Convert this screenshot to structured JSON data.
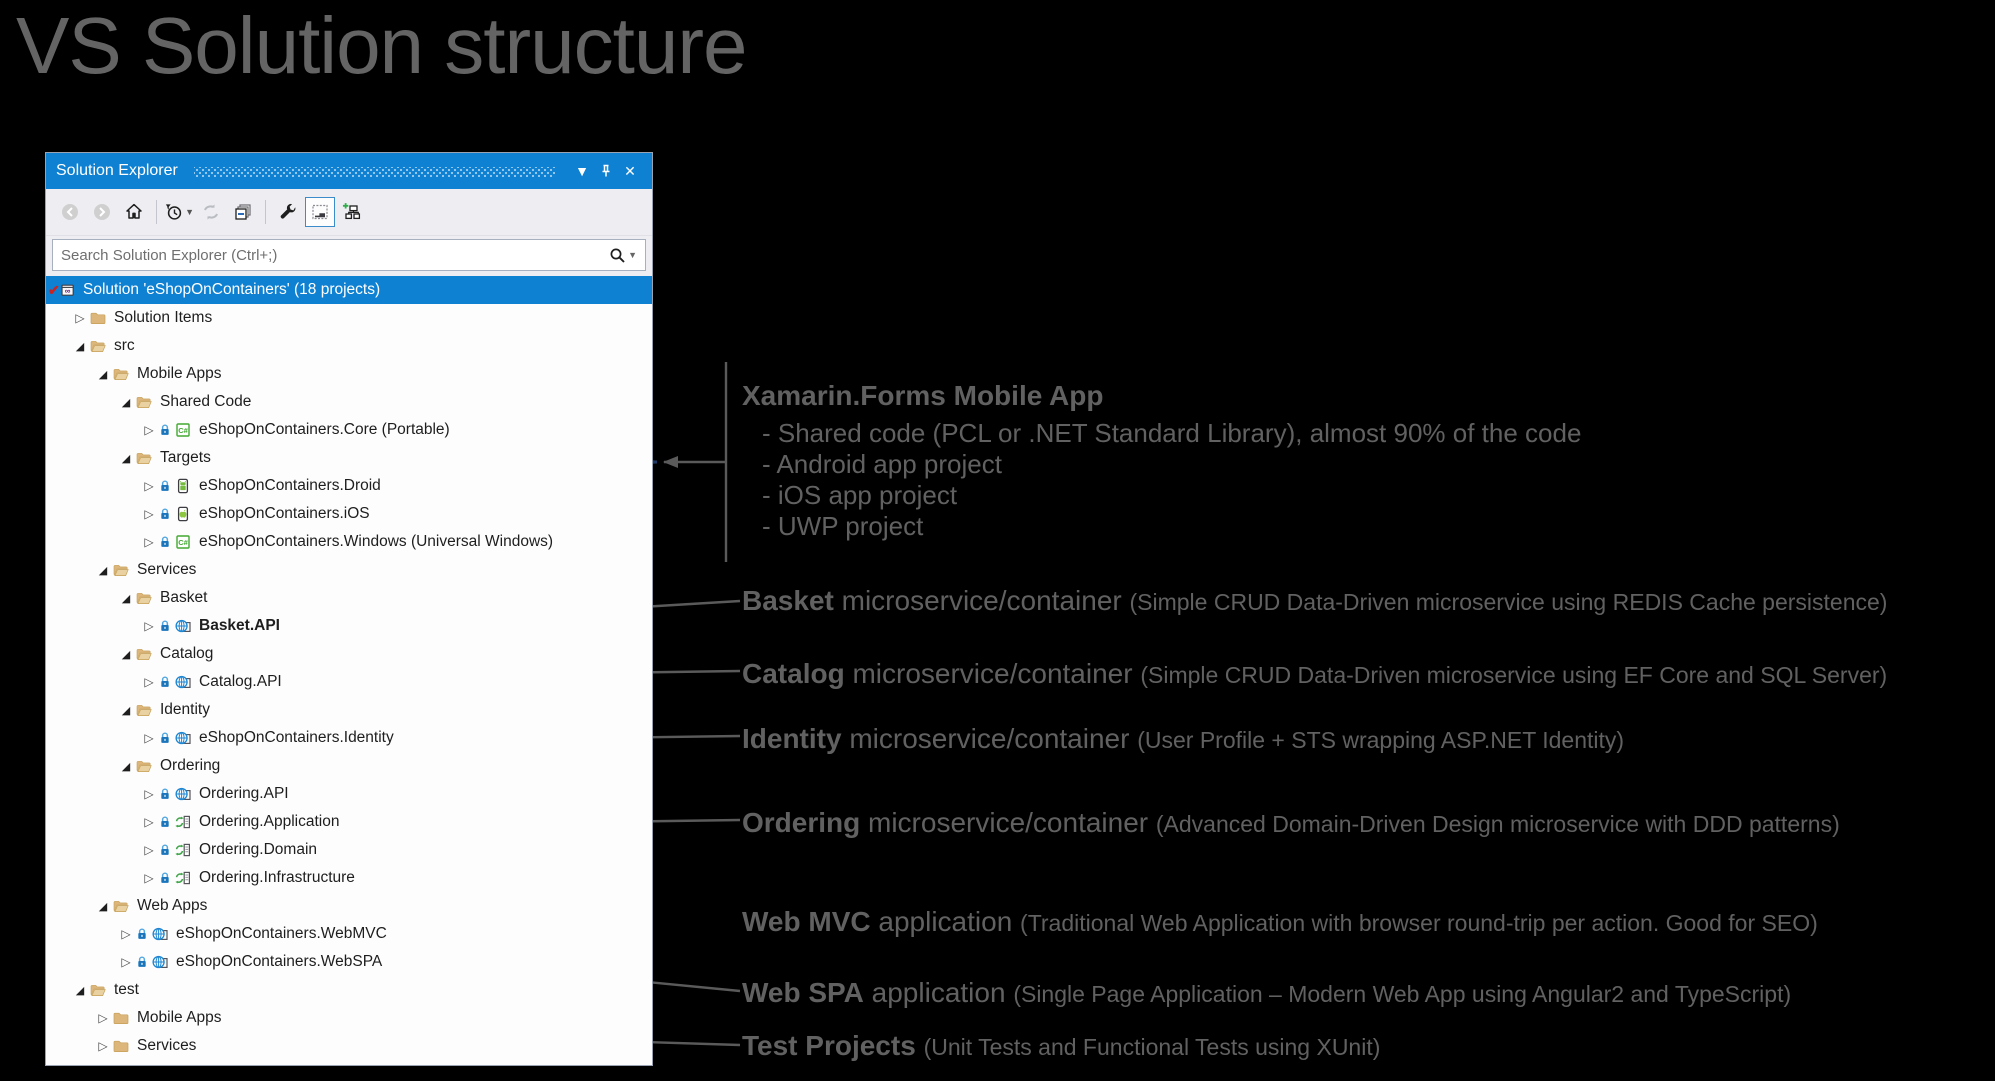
{
  "page_title": "VS Solution structure",
  "colors": {
    "accent": "#0e81d2",
    "toolbar_bg": "#eeeef2",
    "folder": "#dcb67a",
    "brace": "#1f3864",
    "connector": "#5a5a5a",
    "annotation_gray": "#616161"
  },
  "panel": {
    "title": "Solution Explorer",
    "titlebar_icons": [
      "window-position-icon",
      "pin-icon",
      "close-icon"
    ],
    "toolbar_icons": [
      "back-icon",
      "forward-icon",
      "home-icon",
      "separator",
      "pending-changes-filter-icon",
      "sync-with-active-document-icon",
      "collapse-all-icon",
      "separator",
      "properties-wrench-icon",
      "show-all-files-icon",
      "class-diagram-icon"
    ],
    "search_placeholder": "Search Solution Explorer (Ctrl+;)",
    "tree": [
      {
        "label": "Solution 'eShopOnContainers' (18 projects)",
        "level": 0,
        "exp": "none",
        "icon": "solution",
        "check": true,
        "selected": true
      },
      {
        "label": "Solution Items",
        "level": 1,
        "exp": "collapsed",
        "icon": "folder-closed"
      },
      {
        "label": "src",
        "level": 1,
        "exp": "expanded",
        "icon": "folder-open"
      },
      {
        "label": "Mobile Apps",
        "level": 2,
        "exp": "expanded",
        "icon": "folder-open"
      },
      {
        "label": "Shared Code",
        "level": 3,
        "exp": "expanded",
        "icon": "folder-open"
      },
      {
        "label": "eShopOnContainers.Core (Portable)",
        "level": 4,
        "exp": "collapsed",
        "icon": "csharp",
        "lock": true
      },
      {
        "label": "Targets",
        "level": 3,
        "exp": "expanded",
        "icon": "folder-open"
      },
      {
        "label": "eShopOnContainers.Droid",
        "level": 4,
        "exp": "collapsed",
        "icon": "android",
        "lock": true
      },
      {
        "label": "eShopOnContainers.iOS",
        "level": 4,
        "exp": "collapsed",
        "icon": "ios",
        "lock": true
      },
      {
        "label": "eShopOnContainers.Windows (Universal Windows)",
        "level": 4,
        "exp": "collapsed",
        "icon": "csharp",
        "lock": true
      },
      {
        "label": "Services",
        "level": 2,
        "exp": "expanded",
        "icon": "folder-open"
      },
      {
        "label": "Basket",
        "level": 3,
        "exp": "expanded",
        "icon": "folder-open"
      },
      {
        "label": "Basket.API",
        "level": 4,
        "exp": "collapsed",
        "icon": "web",
        "lock": true,
        "bold": true
      },
      {
        "label": "Catalog",
        "level": 3,
        "exp": "expanded",
        "icon": "folder-open"
      },
      {
        "label": "Catalog.API",
        "level": 4,
        "exp": "collapsed",
        "icon": "web",
        "lock": true
      },
      {
        "label": "Identity",
        "level": 3,
        "exp": "expanded",
        "icon": "folder-open"
      },
      {
        "label": "eShopOnContainers.Identity",
        "level": 4,
        "exp": "collapsed",
        "icon": "web",
        "lock": true
      },
      {
        "label": "Ordering",
        "level": 3,
        "exp": "expanded",
        "icon": "folder-open"
      },
      {
        "label": "Ordering.API",
        "level": 4,
        "exp": "collapsed",
        "icon": "web",
        "lock": true
      },
      {
        "label": "Ordering.Application",
        "level": 4,
        "exp": "collapsed",
        "icon": "library",
        "lock": true
      },
      {
        "label": "Ordering.Domain",
        "level": 4,
        "exp": "collapsed",
        "icon": "library",
        "lock": true
      },
      {
        "label": "Ordering.Infrastructure",
        "level": 4,
        "exp": "collapsed",
        "icon": "library",
        "lock": true
      },
      {
        "label": "Web Apps",
        "level": 2,
        "exp": "expanded",
        "icon": "folder-open"
      },
      {
        "label": "eShopOnContainers.WebMVC",
        "level": 3,
        "exp": "collapsed",
        "icon": "web",
        "lock": true
      },
      {
        "label": "eShopOnContainers.WebSPA",
        "level": 3,
        "exp": "collapsed",
        "icon": "web",
        "lock": true
      },
      {
        "label": "test",
        "level": 1,
        "exp": "expanded",
        "icon": "folder-open"
      },
      {
        "label": "Mobile Apps",
        "level": 2,
        "exp": "collapsed",
        "icon": "folder-closed"
      },
      {
        "label": "Services",
        "level": 2,
        "exp": "collapsed",
        "icon": "folder-closed"
      }
    ]
  },
  "annotations": [
    {
      "bold": "Xamarin.Forms Mobile App",
      "regular": "",
      "paren": "",
      "bullets": [
        "- Shared code (PCL or .NET Standard Library), almost 90% of the code",
        "- Android app project",
        "- iOS app project",
        "- UWP project"
      ]
    },
    {
      "bold": "Basket",
      "regular": " microservice/container ",
      "paren": "(Simple CRUD Data-Driven microservice using REDIS Cache persistence)"
    },
    {
      "bold": "Catalog",
      "regular": " microservice/container ",
      "paren": "(Simple CRUD Data-Driven microservice using EF Core and SQL Server)"
    },
    {
      "bold": "Identity",
      "regular": " microservice/container ",
      "paren": "(User Profile + STS wrapping ASP.NET Identity)"
    },
    {
      "bold": "Ordering",
      "regular": " microservice/container ",
      "paren": "(Advanced Domain-Driven Design microservice with DDD patterns)"
    },
    {
      "bold": "Web MVC",
      "regular": " application ",
      "paren": "(Traditional Web Application with browser round-trip per action. Good for SEO)"
    },
    {
      "bold": "Web SPA",
      "regular": " application ",
      "paren": "(Single Page Application – Modern Web App using Angular2 and TypeScript)"
    },
    {
      "bold": "Test Projects",
      "regular": " ",
      "paren": "(Unit Tests and Functional Tests using XUnit)"
    }
  ]
}
